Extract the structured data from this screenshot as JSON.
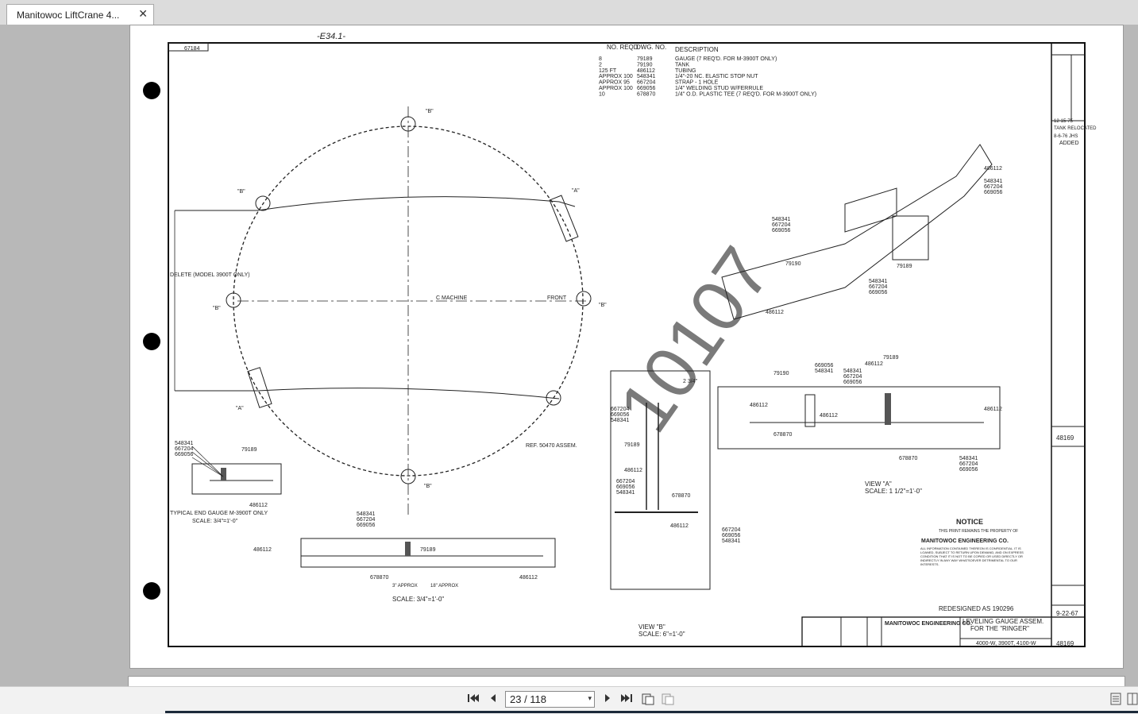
{
  "tab": {
    "title": "Manitowoc LiftCrane 4...",
    "close_glyph": "✕"
  },
  "toolbar": {
    "page_indicator": "23 / 118",
    "first_icon": "first-page-icon",
    "prev_icon": "prev-page-icon",
    "next_icon": "next-page-icon",
    "last_icon": "last-page-icon",
    "dropdown_caret": "▾"
  },
  "drawing": {
    "header_code": "-E34.1-",
    "top_ref": "67184",
    "bom_headers": {
      "no_reqd": "NO. REQD.",
      "dwg_no": "DWG. NO.",
      "description": "DESCRIPTION"
    },
    "bom": [
      {
        "qty": "8",
        "dwg": "79189",
        "desc": "GAUGE (7 REQ'D. FOR M-3900T ONLY)"
      },
      {
        "qty": "2",
        "dwg": "79190",
        "desc": "TANK"
      },
      {
        "qty": "125 FT",
        "dwg": "486112",
        "desc": "TUBING"
      },
      {
        "qty": "APPROX 100",
        "dwg": "548341",
        "desc": "1/4\"-20 NC. ELASTIC STOP NUT"
      },
      {
        "qty": "APPROX 95",
        "dwg": "667204",
        "desc": "STRAP - 1 HOLE"
      },
      {
        "qty": "APPROX 100",
        "dwg": "669056",
        "desc": "1/4\" WELDING STUD W/FERRULE"
      },
      {
        "qty": "10",
        "dwg": "678870",
        "desc": "1/4\" O.D. PLASTIC TEE (7 REQ'D. FOR M-3900T ONLY)"
      }
    ],
    "labels": {
      "delete_note": "DELETE (MODEL 3900T ONLY)",
      "machine_cl": "C MACHINE",
      "front": "FRONT",
      "ref_assem": "REF. 50470 ASSEM.",
      "typical_end": "TYPICAL END GAUGE M-3900T ONLY",
      "scale_a": "SCALE: 3/4\"=1'-0\"",
      "scale_main": "SCALE: 3/4\"=1'-0\"",
      "view_b": "VIEW \"B\"",
      "scale_b": "SCALE: 6\"=1'-0\"",
      "view_a": "VIEW \"A\"",
      "scale_va": "SCALE: 1 1/2\"=1'-0\"",
      "approx_3": "3\" APPROX",
      "approx_18": "18\" APPROX",
      "dim_top": "2 3/4\""
    },
    "notice": {
      "title": "NOTICE",
      "line1": "THIS PRINT REMAINS THE PROPERTY OF",
      "company": "MANITOWOC ENGINEERING CO.",
      "body": "ALL INFORMATION CONTAINED THEREON IS CONFIDENTIAL. IT IS LOANED, SUBJECT TO RETURN UPON DEMAND, AND ON EXPRESS CONDITION THAT IT IS NOT TO BE COPIED OR USED DIRECTLY OR INDIRECTLY IN ANY WAY WHATSOEVER DETRIMENTAL TO OUR INTERESTS."
    },
    "redesigned": "REDESIGNED AS 190296",
    "title_block": {
      "company": "MANITOWOC ENGINEERING CO.",
      "title1": "LEVELING GAUGE ASSEM.",
      "title2": "FOR THE \"RINGER\"",
      "model": "4000-W, 3900T, 4100-W",
      "date": "9-22-67",
      "dwg_no": "48169"
    },
    "revision": {
      "note1": "12-15-75",
      "note2": "TANK RELOCATED",
      "note3": "8-6-76 JHS",
      "note4": "ADDED"
    },
    "watermark": "10107",
    "part_refs": [
      "79189",
      "79190",
      "486112",
      "548341",
      "667204",
      "669056",
      "678870"
    ]
  }
}
